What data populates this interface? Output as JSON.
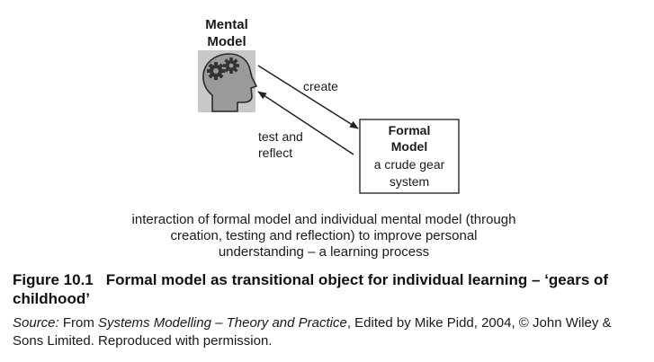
{
  "diagram": {
    "mental_model_label_line1": "Mental",
    "mental_model_label_line2": "Model",
    "create_label": "create",
    "test_reflect_line1": "test and",
    "test_reflect_line2": "reflect",
    "formal_model_line1": "Formal",
    "formal_model_line2": "Model",
    "formal_model_line3": "a crude gear",
    "formal_model_line4": "system",
    "head_icon": "head-with-gears-icon"
  },
  "caption": {
    "line1": "interaction of formal model and individual mental model (through",
    "line2": "creation, testing and reflection) to improve personal",
    "line3": "understanding – a learning process"
  },
  "figure": {
    "number": "Figure 10.1",
    "title_line1": "Formal model as transitional object for individual learning – ‘gears of",
    "title_line2": "childhood’"
  },
  "source": {
    "label": "Source:",
    "from": " From ",
    "book": "Systems Modelling – Theory and Practice",
    "rest_line1": ", Edited by Mike Pidd, 2004, © John Wiley &",
    "line2": "Sons Limited. Reproduced with permission."
  }
}
